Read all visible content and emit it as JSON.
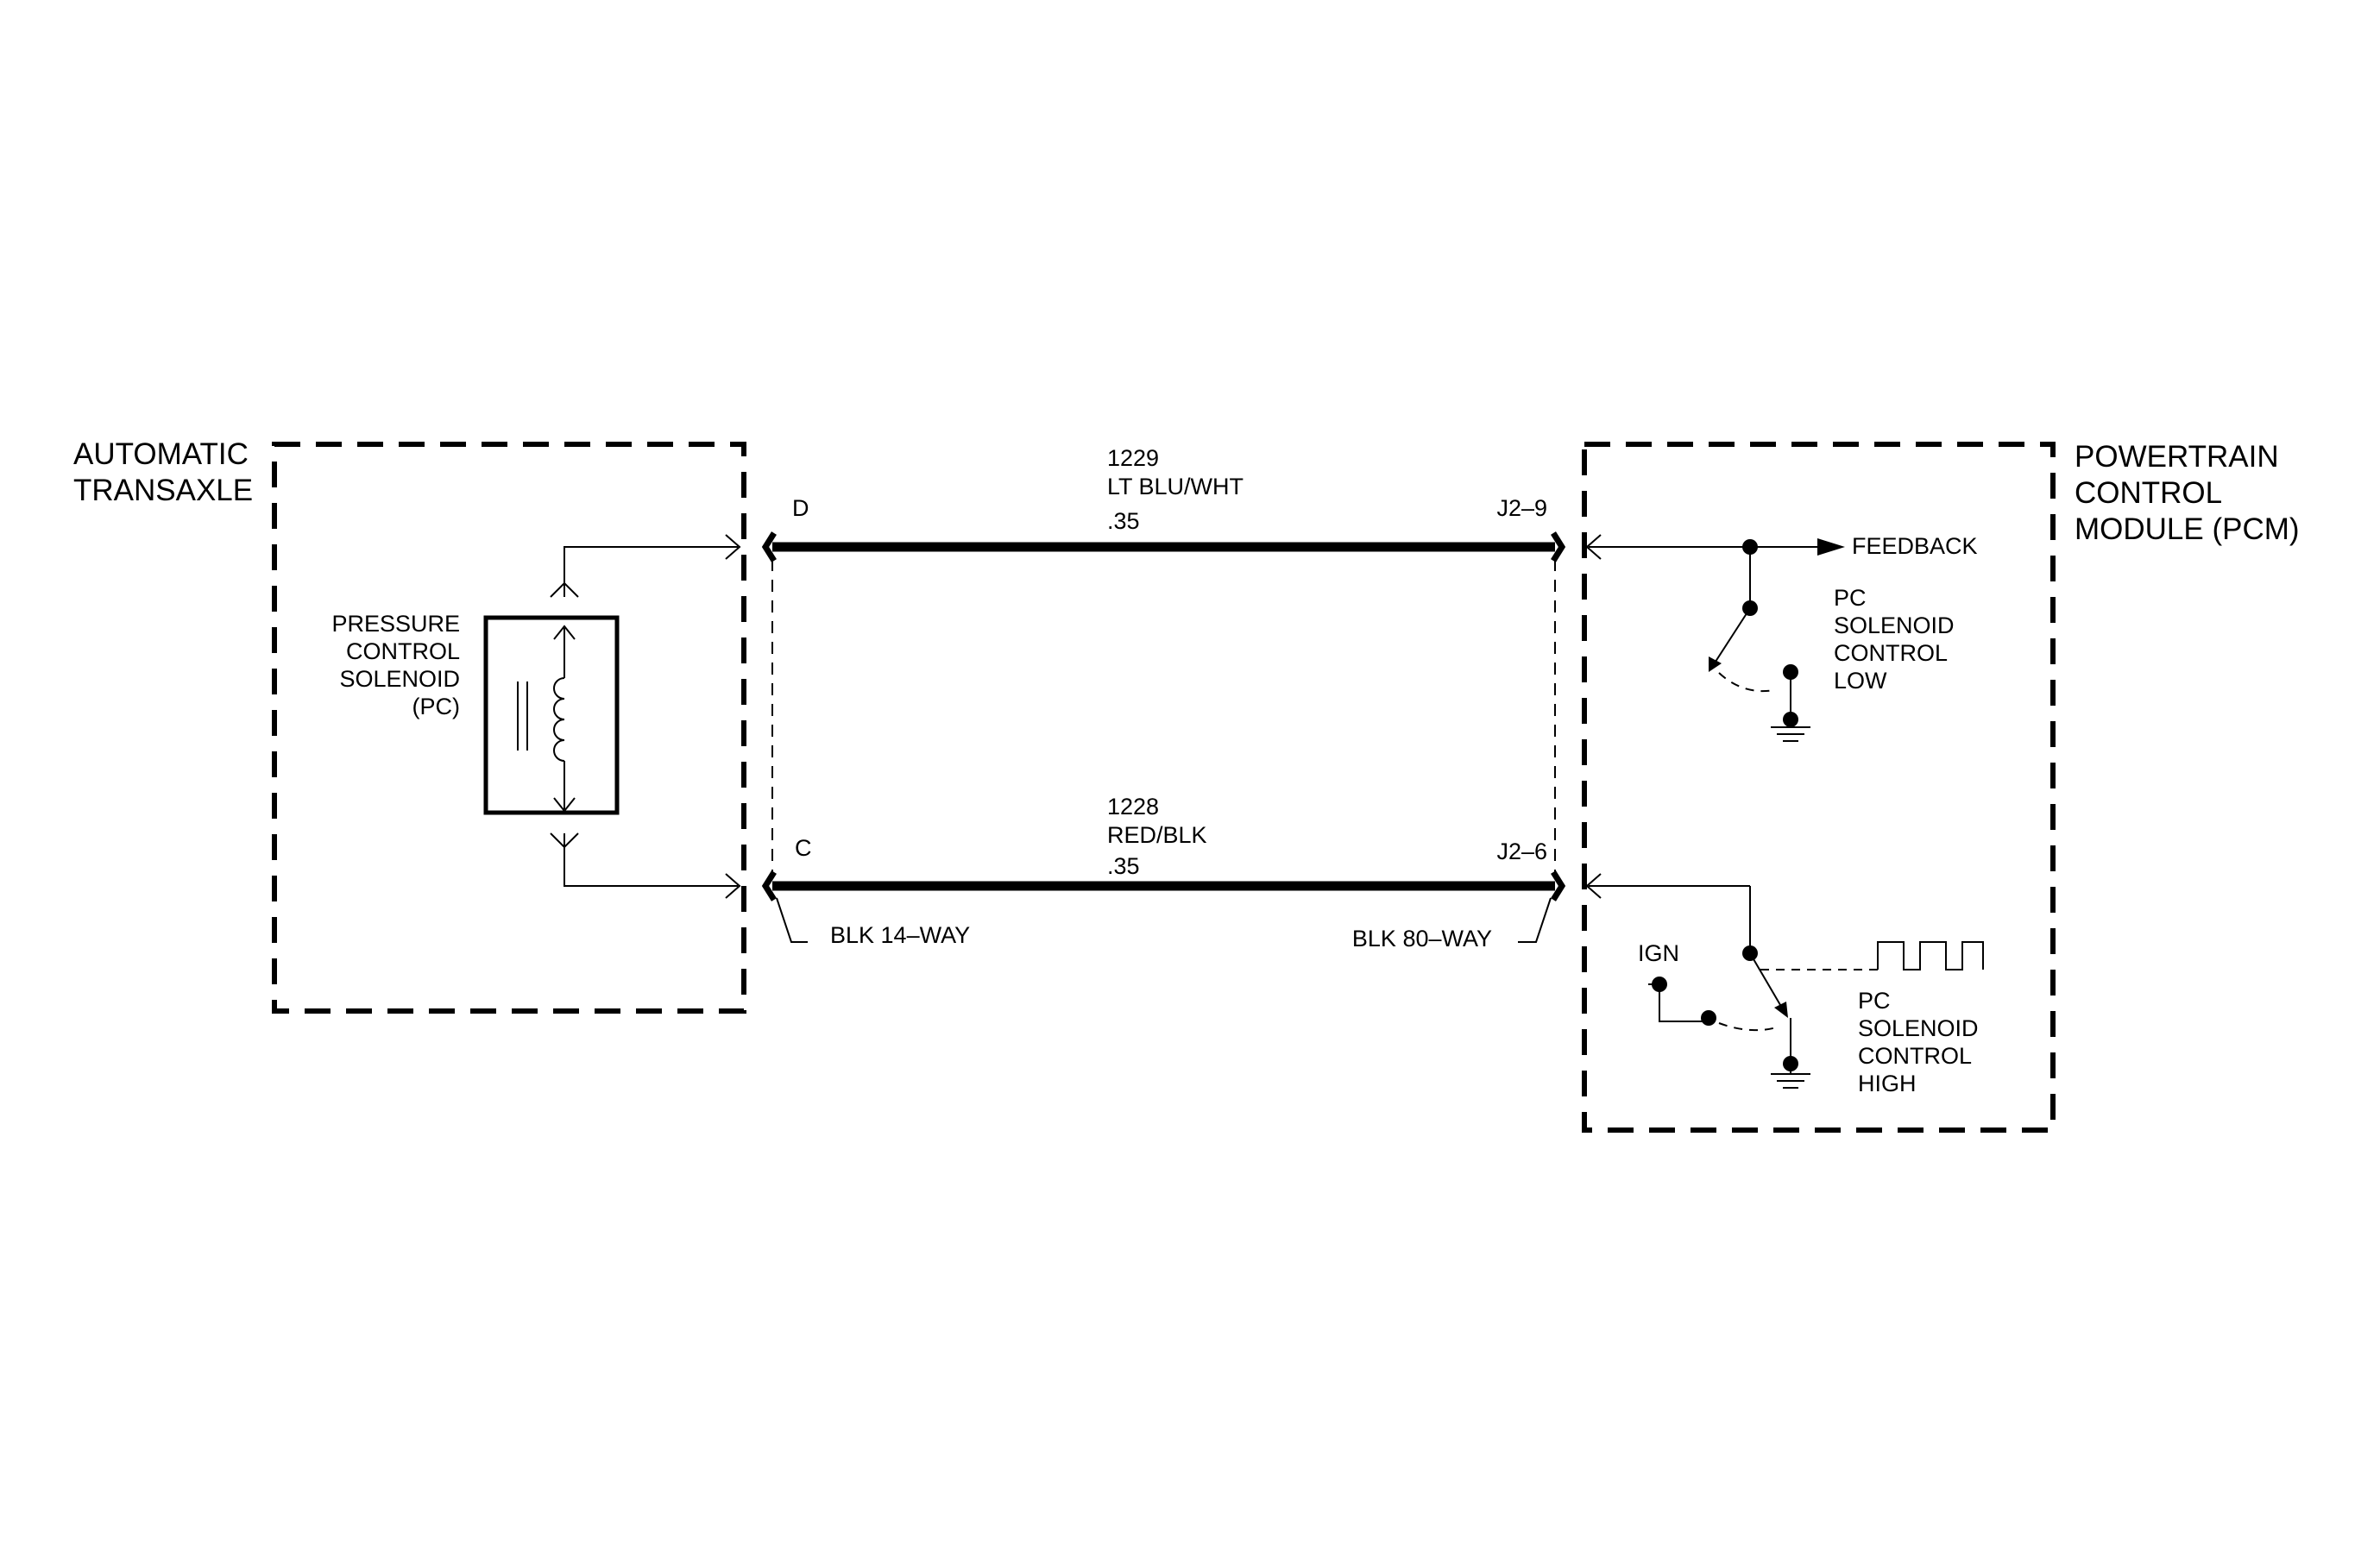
{
  "left_module": {
    "title_line1": "AUTOMATIC",
    "title_line2": "TRANSAXLE",
    "solenoid": {
      "line1": "PRESSURE",
      "line2": "CONTROL",
      "line3": "SOLENOID",
      "line4": "(PC)"
    }
  },
  "right_module": {
    "title_line1": "POWERTRAIN",
    "title_line2": "CONTROL",
    "title_line3": "MODULE (PCM)",
    "feedback_label": "FEEDBACK",
    "low_switch": {
      "line1": "PC",
      "line2": "SOLENOID",
      "line3": "CONTROL",
      "line4": "LOW"
    },
    "high_switch": {
      "line1": "PC",
      "line2": "SOLENOID",
      "line3": "CONTROL",
      "line4": "HIGH"
    },
    "ign_label": "IGN"
  },
  "wires": [
    {
      "circuit": "1229",
      "color": "LT BLU/WHT",
      "gauge": ".35",
      "left_pin": "D",
      "right_pin": "J2–9"
    },
    {
      "circuit": "1228",
      "color": "RED/BLK",
      "gauge": ".35",
      "left_pin": "C",
      "right_pin": "J2–6"
    }
  ],
  "connectors": {
    "left": "BLK 14–WAY",
    "right": "BLK 80–WAY"
  },
  "colors": {
    "ink": "#000000",
    "background": "#ffffff"
  }
}
